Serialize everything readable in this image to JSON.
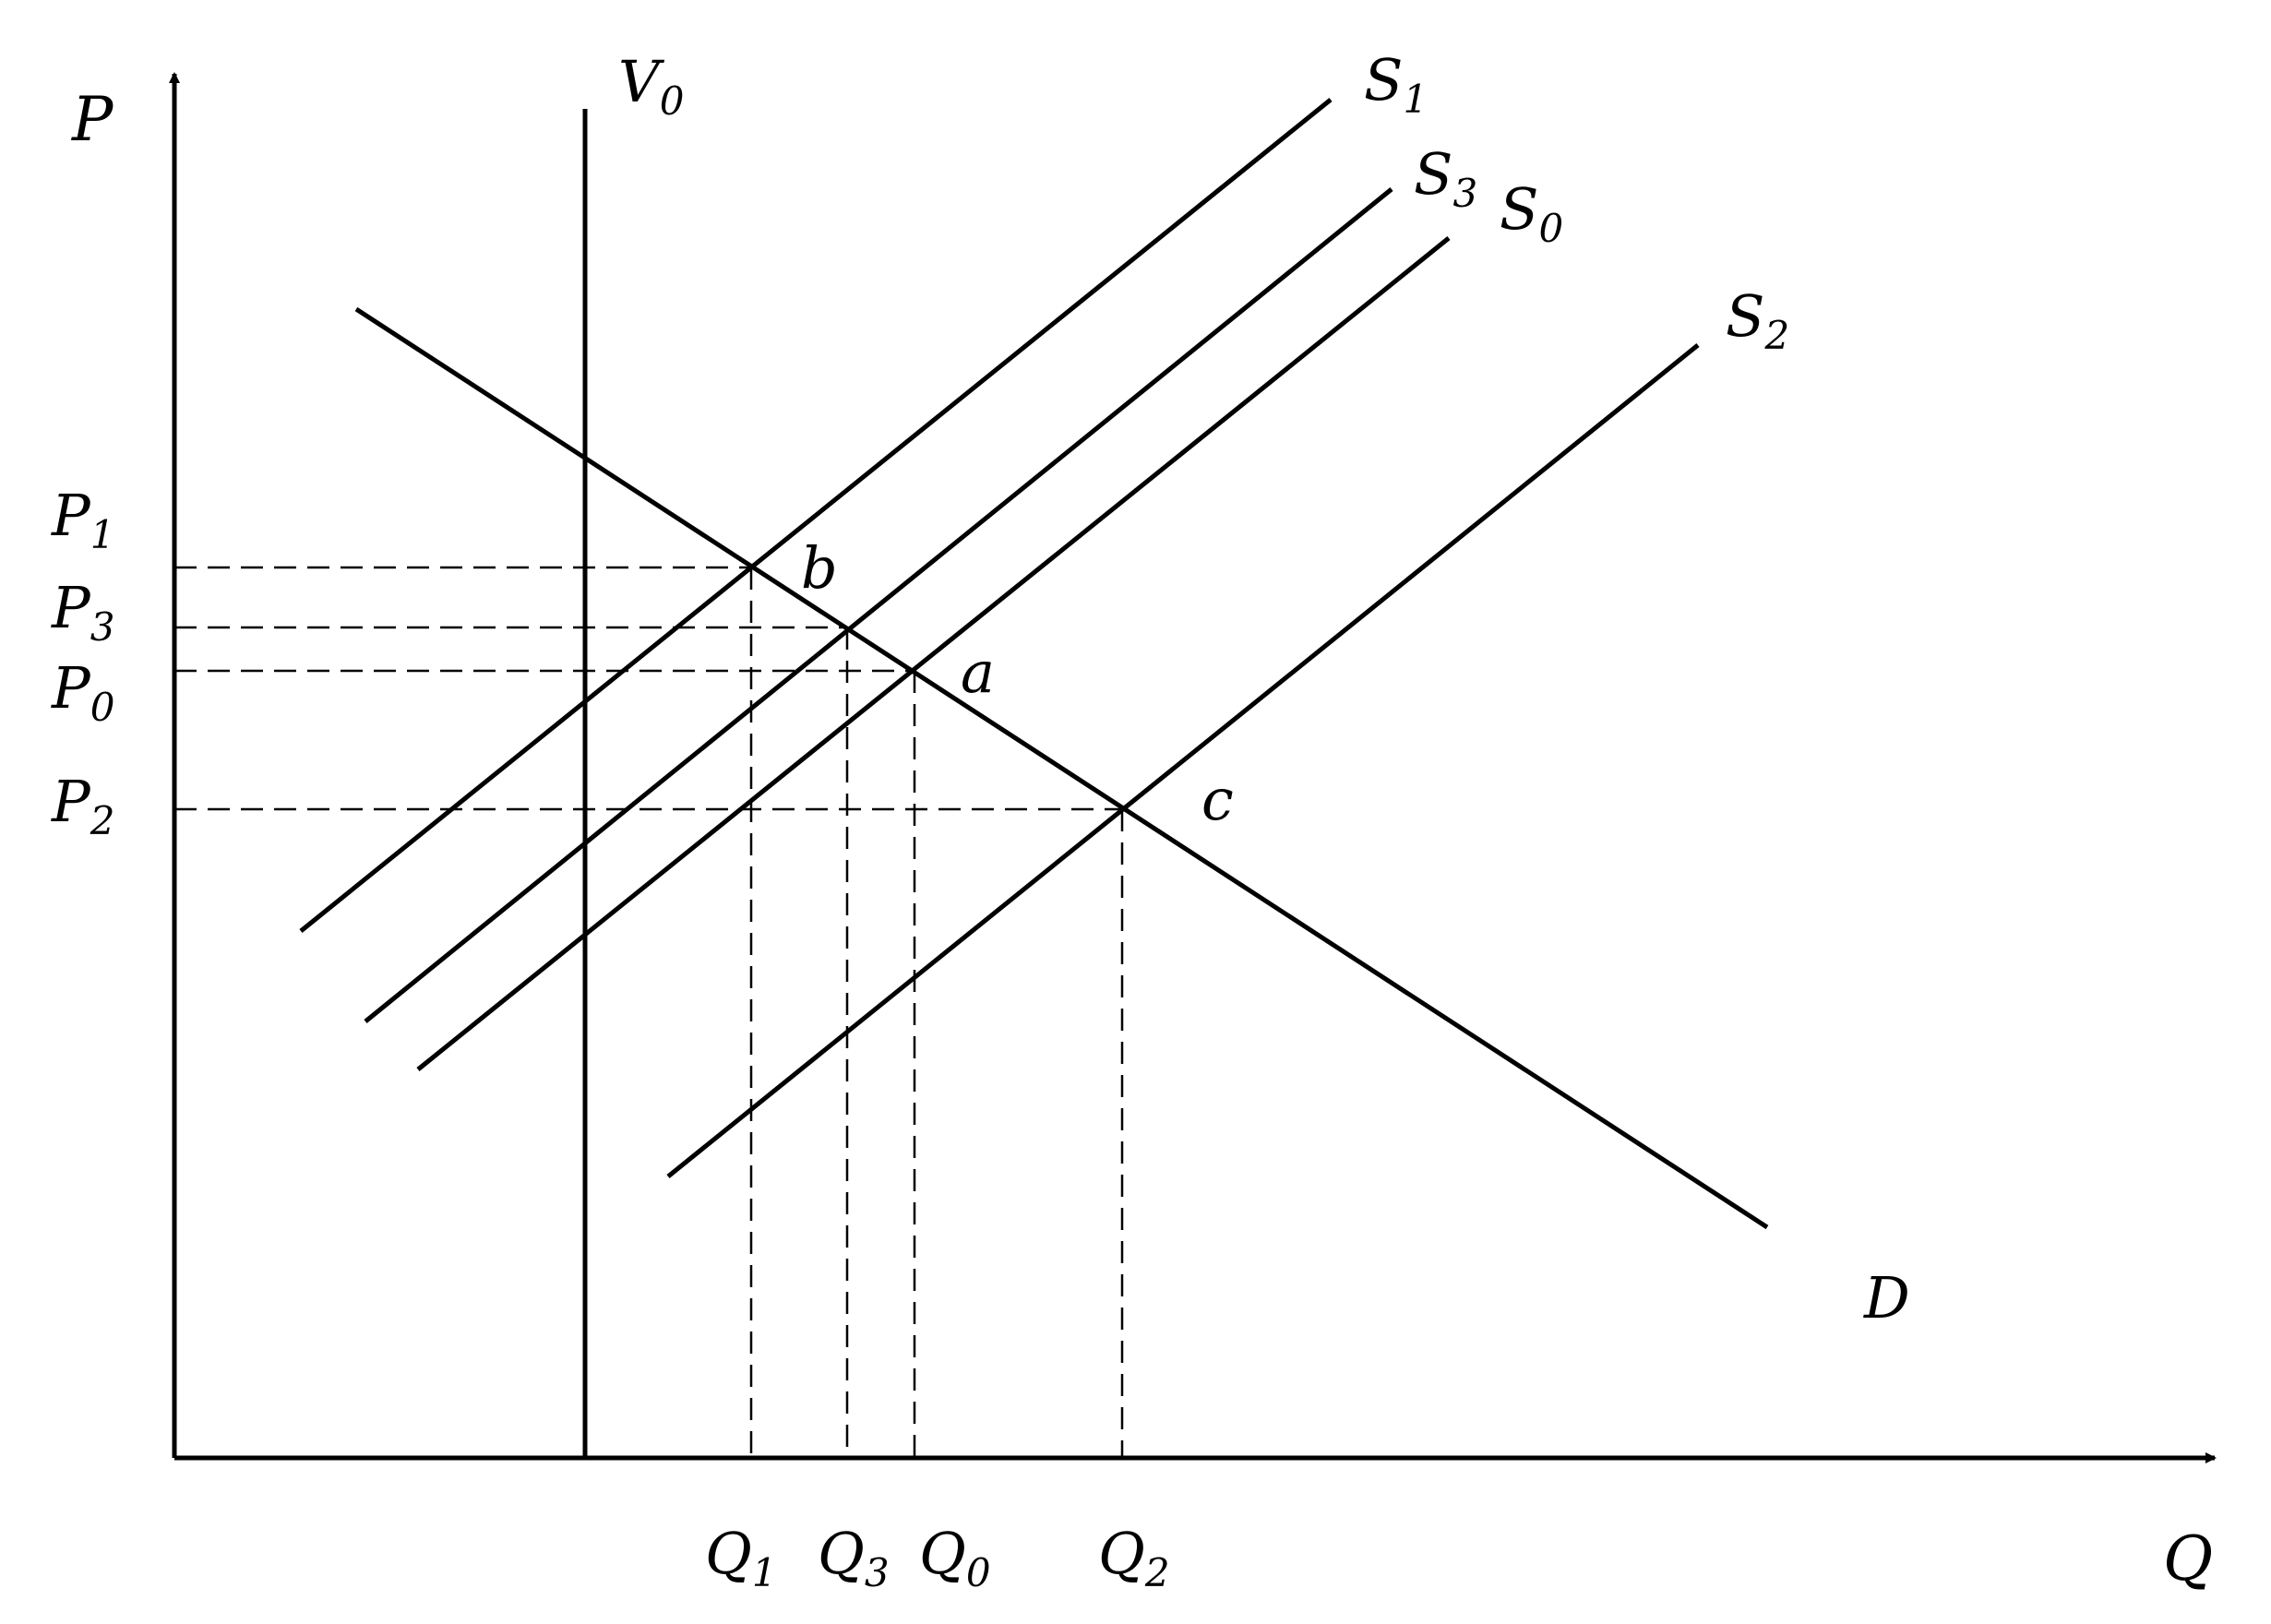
{
  "figure": {
    "colors": {
      "line": "#000000",
      "background": "#ffffff"
    },
    "axes": {
      "y_label": "P",
      "x_label": "Q"
    },
    "curves": [
      {
        "id": "V0",
        "label_main": "V",
        "label_sub": "0"
      },
      {
        "id": "S1",
        "label_main": "S",
        "label_sub": "1"
      },
      {
        "id": "S3",
        "label_main": "S",
        "label_sub": "3"
      },
      {
        "id": "S0",
        "label_main": "S",
        "label_sub": "0"
      },
      {
        "id": "S2",
        "label_main": "S",
        "label_sub": "2"
      },
      {
        "id": "D",
        "label_main": "D",
        "label_sub": ""
      }
    ],
    "points": [
      {
        "id": "b",
        "label": "b"
      },
      {
        "id": "a",
        "label": "a"
      },
      {
        "id": "c",
        "label": "c"
      }
    ],
    "price_ticks": [
      {
        "id": "P1",
        "main": "P",
        "sub": "1"
      },
      {
        "id": "P3",
        "main": "P",
        "sub": "3"
      },
      {
        "id": "P0",
        "main": "P",
        "sub": "0"
      },
      {
        "id": "P2",
        "main": "P",
        "sub": "2"
      }
    ],
    "quantity_ticks": [
      {
        "id": "Q1",
        "main": "Q",
        "sub": "1"
      },
      {
        "id": "Q3",
        "main": "Q",
        "sub": "3"
      },
      {
        "id": "Q0",
        "main": "Q",
        "sub": "0"
      },
      {
        "id": "Q2",
        "main": "Q",
        "sub": "2"
      }
    ]
  }
}
